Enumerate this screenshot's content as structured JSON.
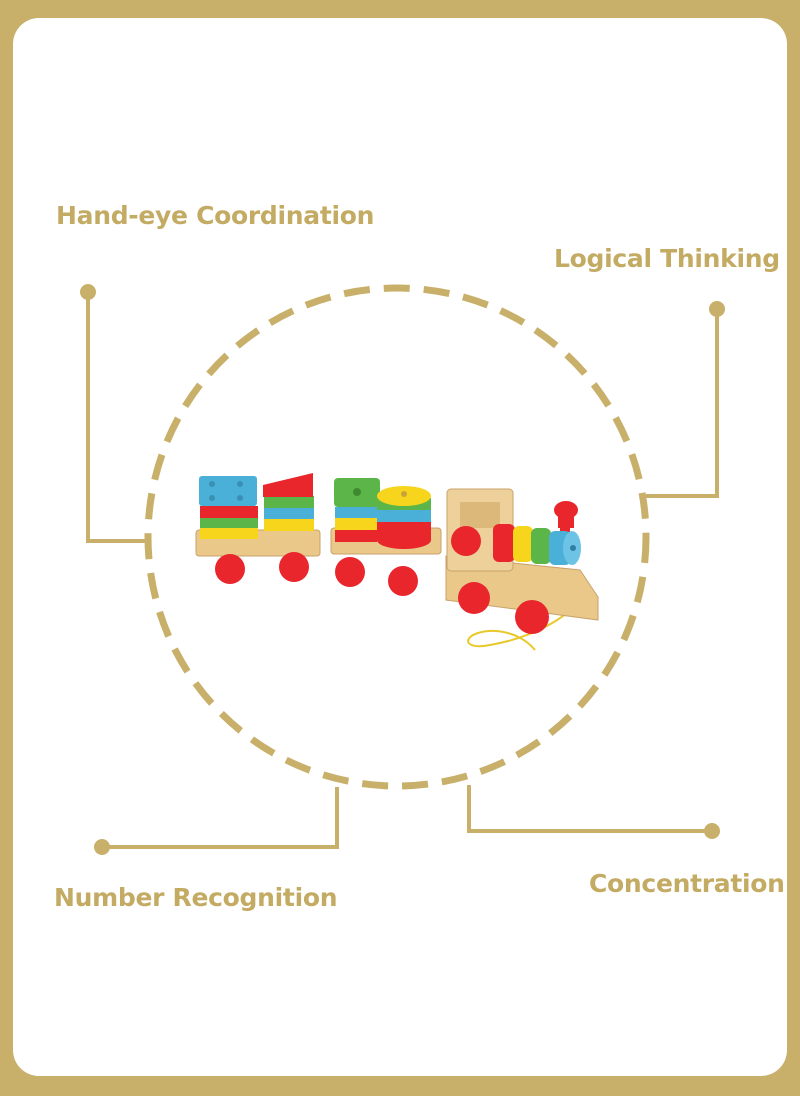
{
  "labels": {
    "hand_eye": "Hand-eye Coordination",
    "logical": "Logical Thinking",
    "number": "Number Recognition",
    "concentration": "Concentration"
  },
  "icons": [
    "wooden-shape-sorter-train-illustration"
  ],
  "colors": {
    "accent": "#c8b06a",
    "label": "#c3ab63",
    "background": "#ffffff",
    "wood": "#e9c88a",
    "red": "#e8262c",
    "yellow": "#f7d51d",
    "green": "#5cb548",
    "blue": "#4ab0d8"
  }
}
